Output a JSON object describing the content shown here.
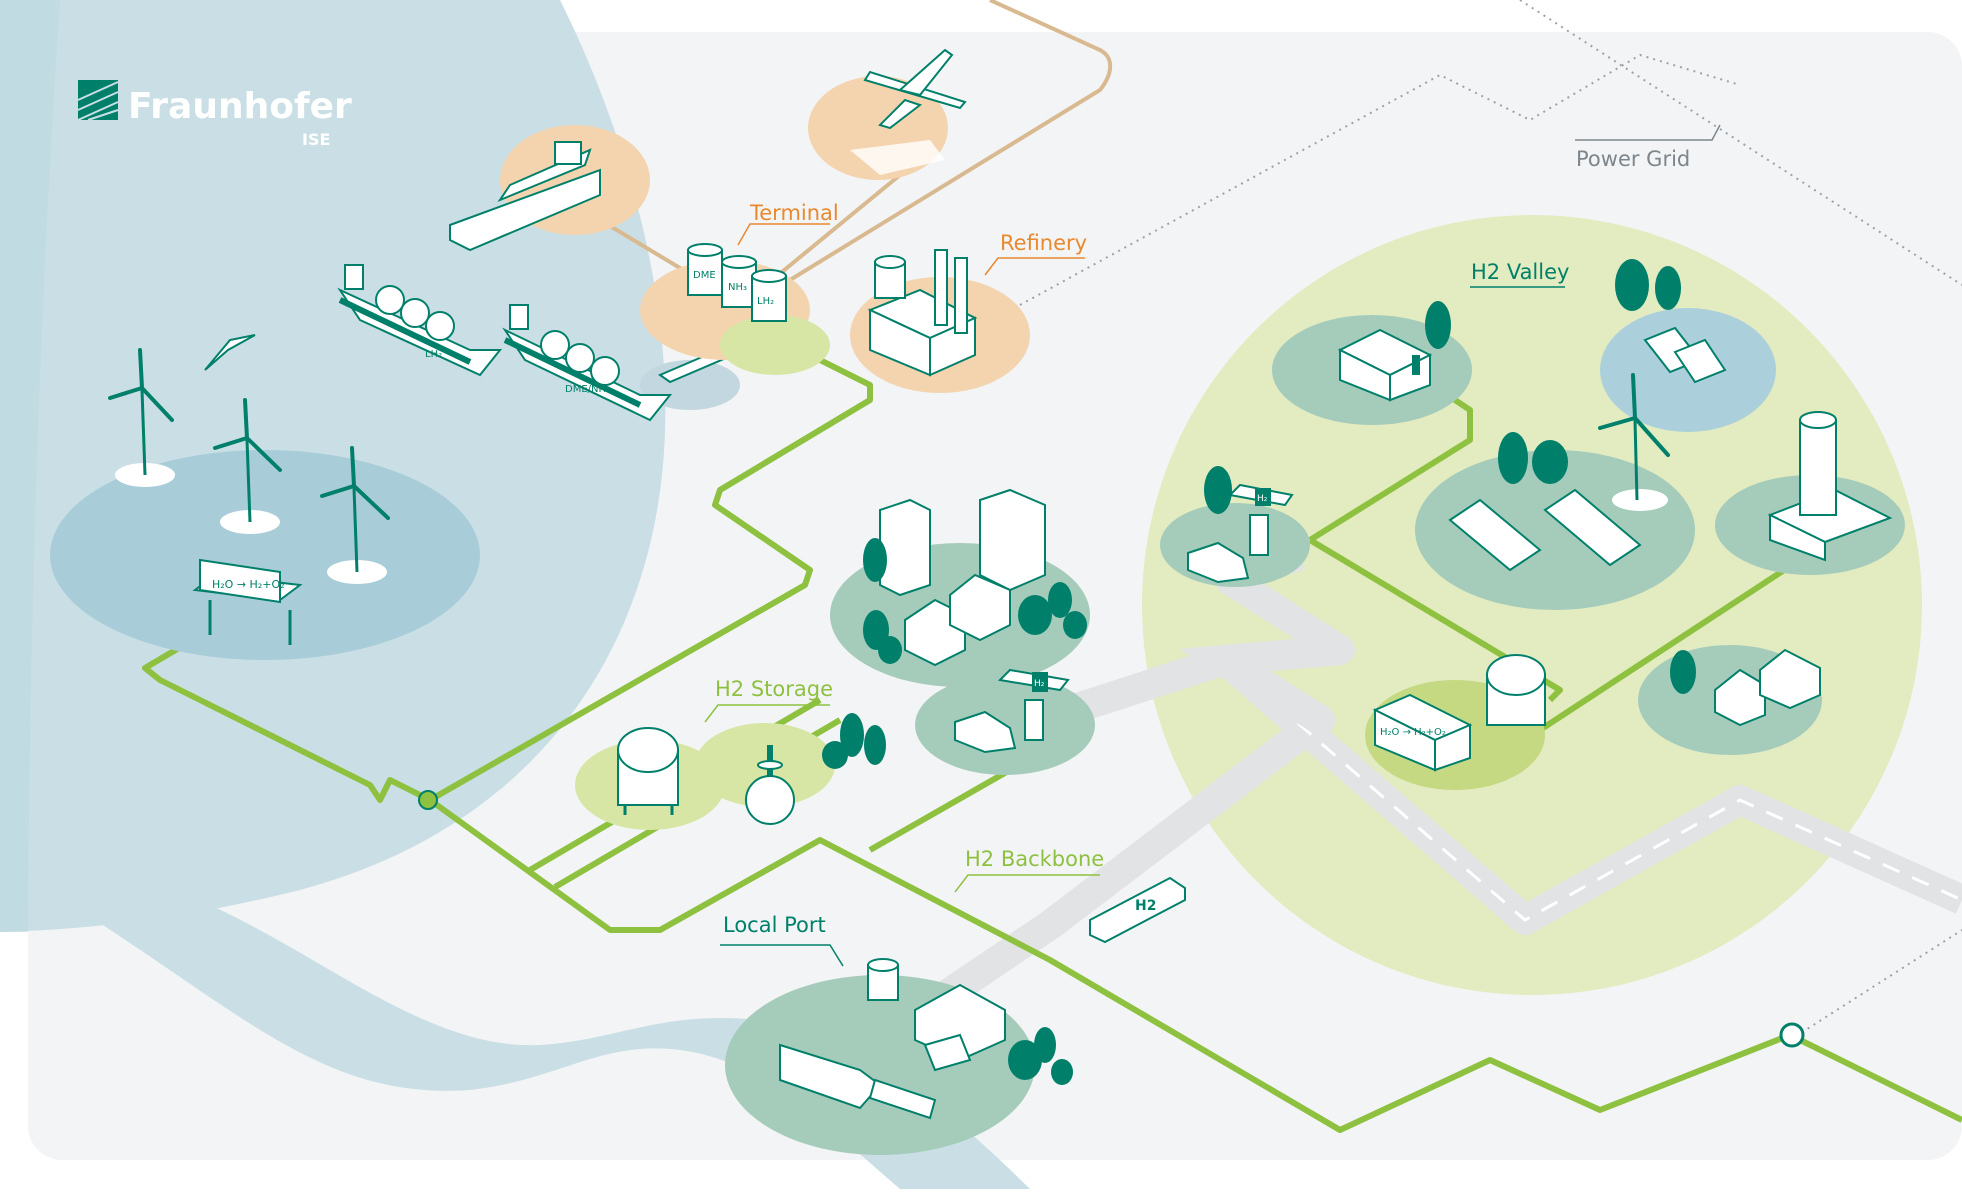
{
  "brand": {
    "name": "Fraunhofer",
    "sub": "ISE"
  },
  "labels": {
    "terminal": "Terminal",
    "refinery": "Refinery",
    "power_grid": "Power Grid",
    "h2_valley": "H2 Valley",
    "h2_storage": "H2 Storage",
    "h2_backbone": "H2 Backbone",
    "local_port": "Local Port"
  },
  "tank_labels": {
    "dme": "DME",
    "nh3": "NH₃",
    "lh2": "LH₂"
  },
  "ship_labels": {
    "lh2": "LH₂",
    "dme_nh3": "DME/NH₃"
  },
  "electrolyzer_label": "H₂O → H₂+O₂",
  "truck_label": "H2",
  "station_sign": "H₂",
  "colors": {
    "teal": "#00806a",
    "green": "#8ec13f",
    "orange": "#e8892f",
    "sea": "#c8dfe6",
    "land": "#f3f4f5",
    "valley": "#e3ebc0",
    "grid": "#9aa3a8"
  }
}
